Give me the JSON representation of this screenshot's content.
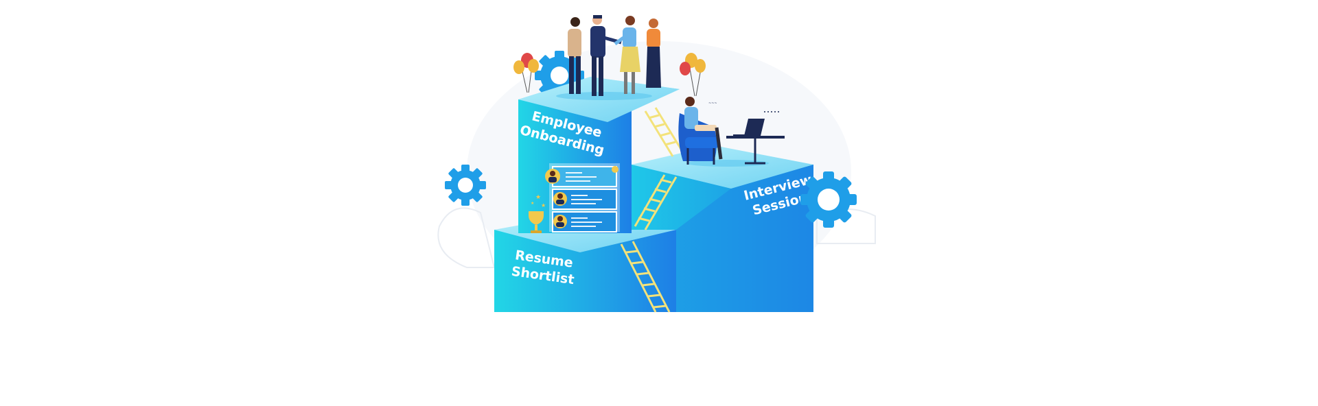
{
  "steps": {
    "onboarding": {
      "line1": "Employee",
      "line2": "Onboarding"
    },
    "interview": {
      "line1": "Interview",
      "line2": "Session"
    },
    "resume": {
      "line1": "Resume",
      "line2": "Shortlist"
    }
  },
  "colors": {
    "block_light": "#22d3e6",
    "block_dark": "#1e7fe6",
    "top_face": "#8ee3f7",
    "gear": "#1f9ee8",
    "ladder": "#f3e27a",
    "navy": "#1d2a55"
  },
  "icons": [
    "gear-icon",
    "balloon-icon",
    "trophy-icon",
    "star-icon",
    "ladder-icon",
    "laptop-icon",
    "chair-icon",
    "avatar-icon"
  ]
}
